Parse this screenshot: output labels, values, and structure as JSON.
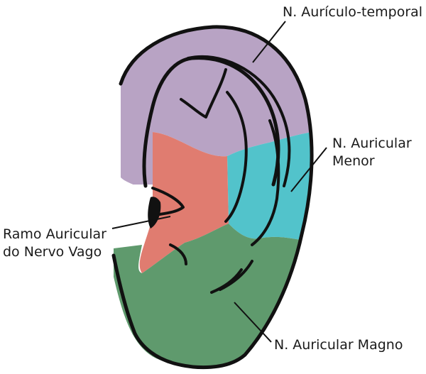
{
  "labels": {
    "auriculotemporal": "N. Aurículo-temporal",
    "auricular_menor": [
      "N. Auricular",
      "Menor"
    ],
    "ramo_vago": [
      "Ramo Auricular",
      "do Nervo Vago"
    ],
    "auricular_magno": "N. Auricular Magno"
  },
  "colors": {
    "auriculotemporal_region": "#b8a3c4",
    "auricular_menor_region": "#52c3cb",
    "ramo_vago_region": "#e07c70",
    "auricular_magno_region": "#5f9a6d",
    "outline": "#111111"
  }
}
